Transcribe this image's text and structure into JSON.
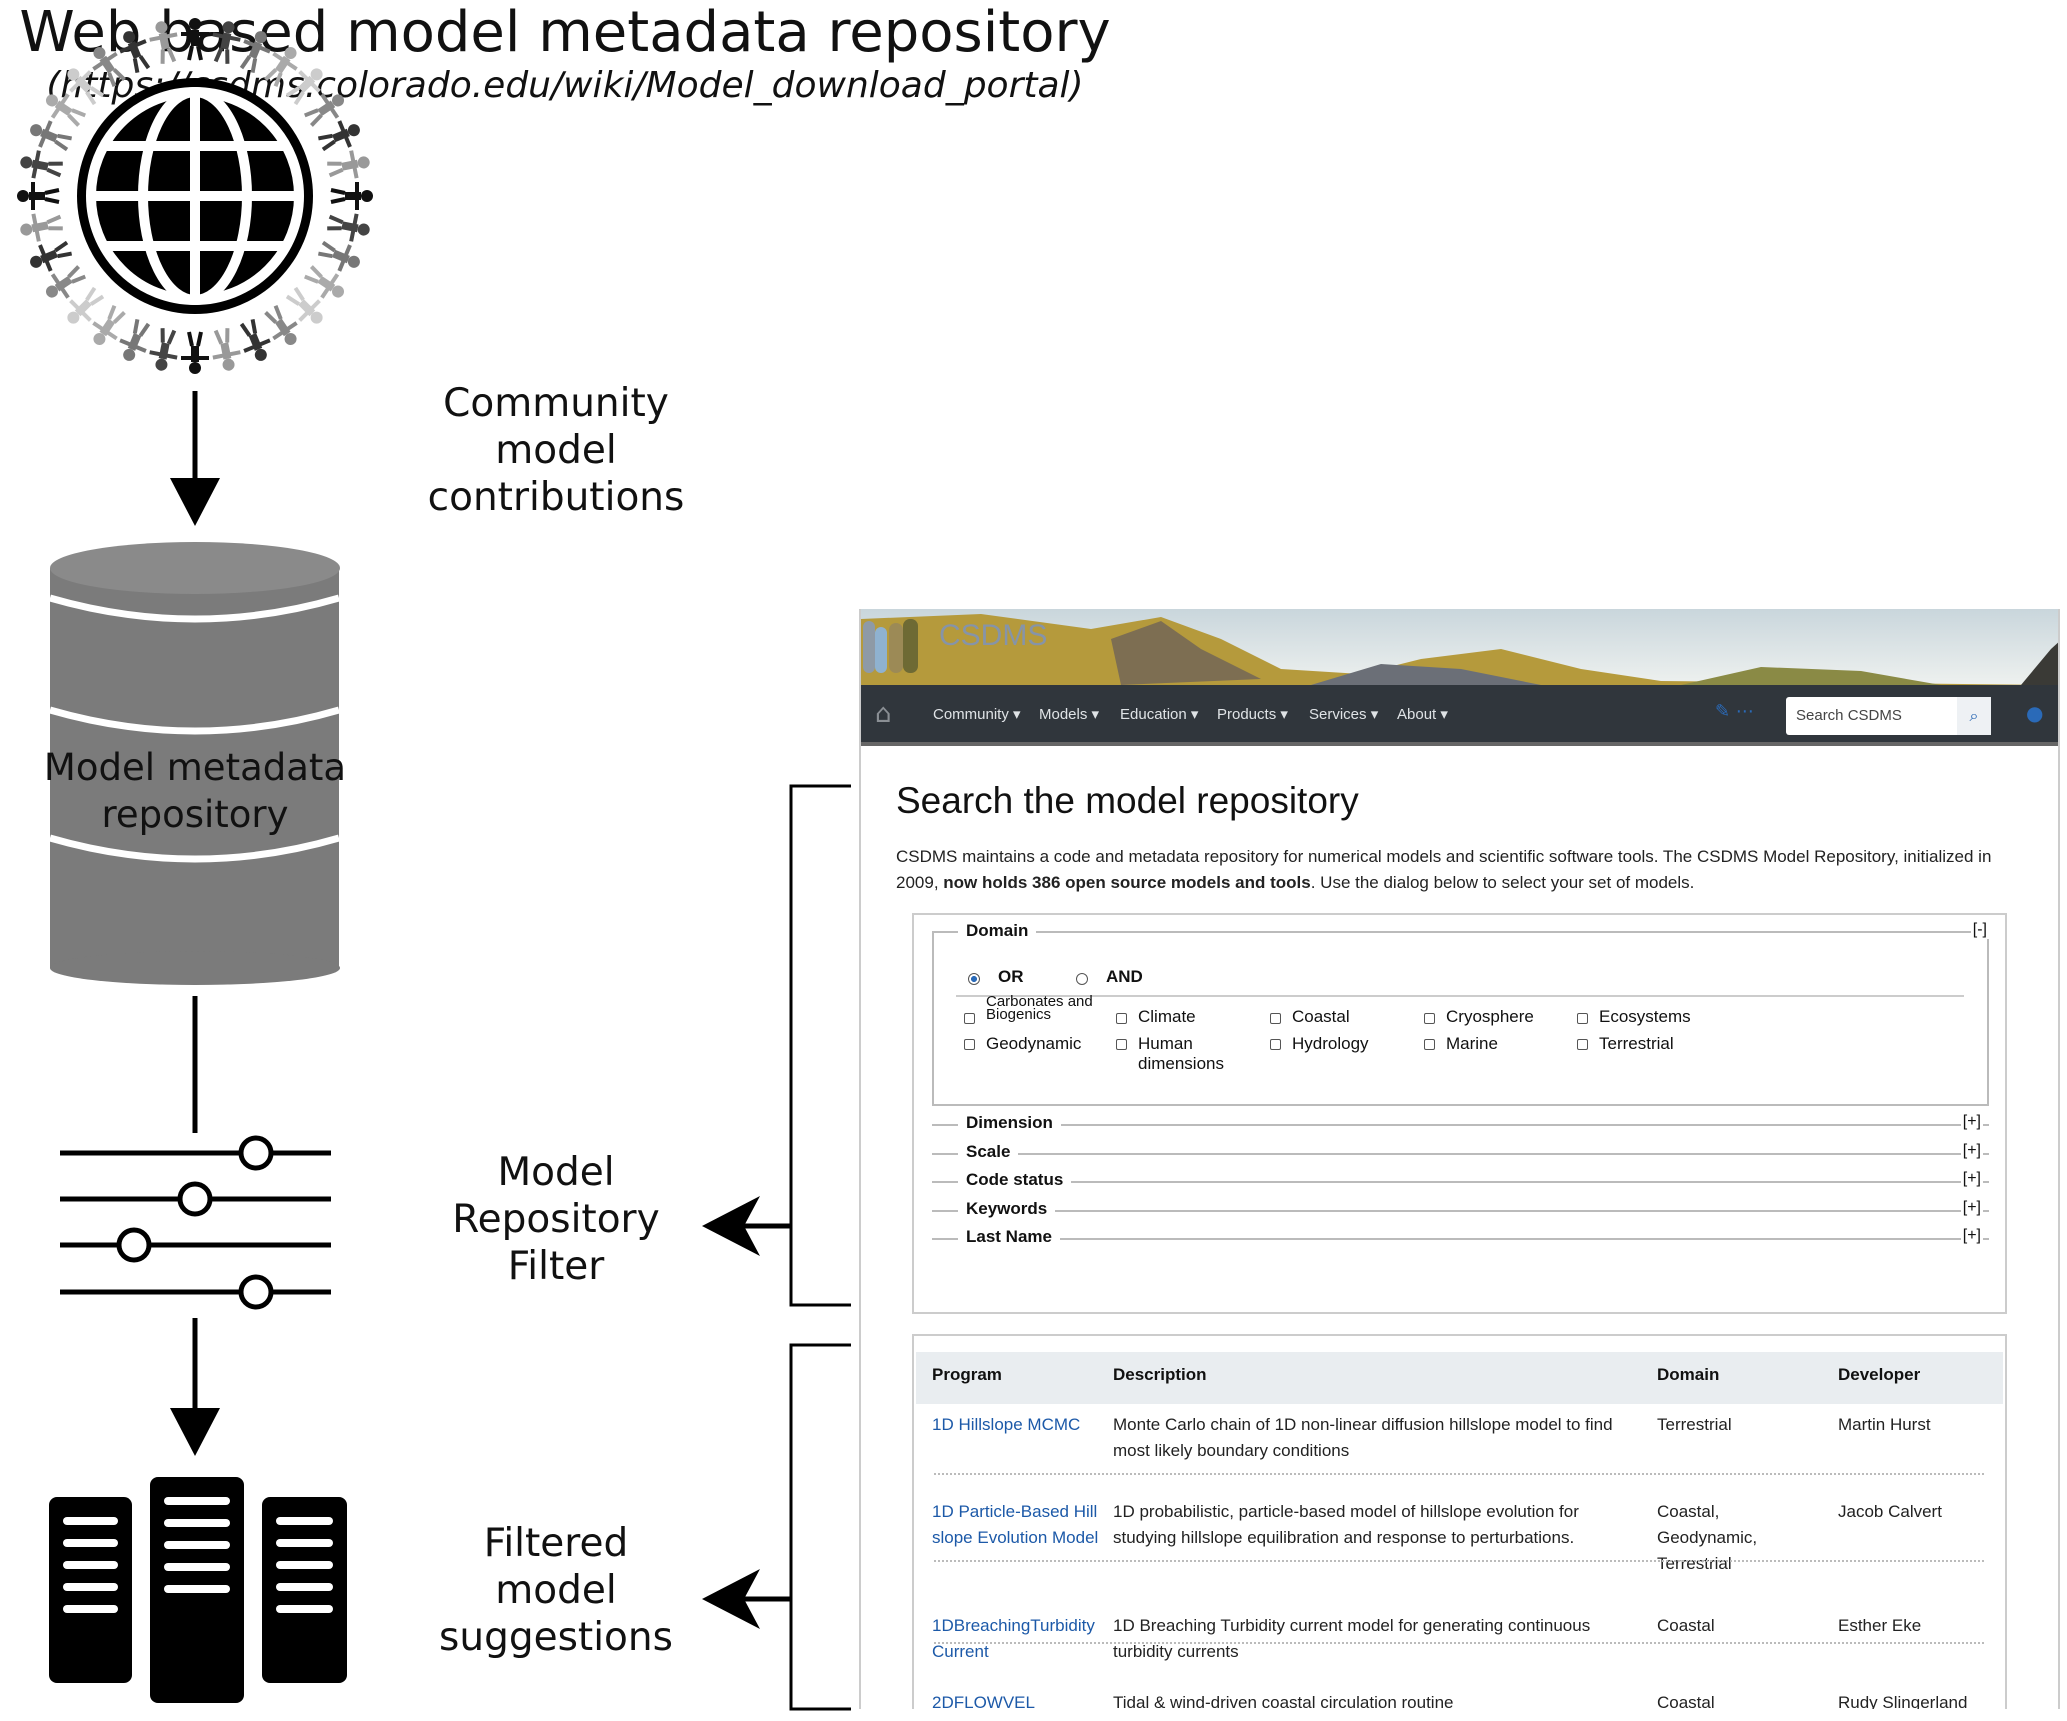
{
  "diagram": {
    "title": "Web based model metadata repository",
    "url": "(https://csdms.colorado.edu/wiki/Model_download_portal)",
    "labels": {
      "community": [
        "Community",
        "model",
        "contributions"
      ],
      "filter": [
        "Model",
        "Repository",
        "Filter"
      ],
      "suggestions": [
        "Filtered",
        "model",
        "suggestions"
      ]
    },
    "repository_label": [
      "Model metadata",
      "repository"
    ],
    "icons": [
      "globe-people-icon",
      "database-icon",
      "sliders-icon",
      "servers-icon"
    ]
  },
  "site": {
    "logo": "CSDMS",
    "nav": [
      "Community",
      "Models",
      "Education",
      "Products",
      "Services",
      "About"
    ],
    "search_placeholder": "Search CSDMS",
    "heading": "Search the model repository",
    "intro_1": "CSDMS maintains a code and metadata repository for numerical models and scientific software tools. The CSDMS Model Repository, initialized in 2009, ",
    "intro_bold": "now holds 386 open source models and tools",
    "intro_2": ". Use the dialog below to select your set of models.",
    "filter": {
      "domain_label": "Domain",
      "collapse": "[-]",
      "expand": "[+]",
      "or": "OR",
      "and": "AND",
      "options": [
        "Carbonates and Biogenics",
        "Climate",
        "Coastal",
        "Cryosphere",
        "Ecosystems",
        "Geodynamic",
        "Human dimensions",
        "Hydrology",
        "Marine",
        "Terrestrial"
      ],
      "sections": [
        "Dimension",
        "Scale",
        "Code status",
        "Keywords",
        "Last Name"
      ]
    },
    "table": {
      "headers": [
        "Program",
        "Description",
        "Domain",
        "Developer"
      ],
      "rows": [
        {
          "program": "1D Hillslope MCMC",
          "description": "Monte Carlo chain of 1D non-linear diffusion hillslope model to find most likely boundary conditions",
          "domain": "Terrestrial",
          "developer": "Martin Hurst"
        },
        {
          "program": "1D Particle-Based Hillslope Evolution Model",
          "description": "1D probabilistic, particle-based model of hillslope evolution for studying hillslope equilibration and response to perturbations.",
          "domain": "Coastal, Geodynamic, Terrestrial",
          "developer": "Jacob Calvert"
        },
        {
          "program": "1DBreachingTurbidityCurrent",
          "description": "1D Breaching Turbidity current model for generating continuous turbidity currents",
          "domain": "Coastal",
          "developer": "Esther Eke"
        },
        {
          "program": "2DFLOWVEL",
          "description": "Tidal & wind-driven coastal circulation routine",
          "domain": "Coastal",
          "developer": "Rudy Slingerland"
        }
      ]
    }
  }
}
